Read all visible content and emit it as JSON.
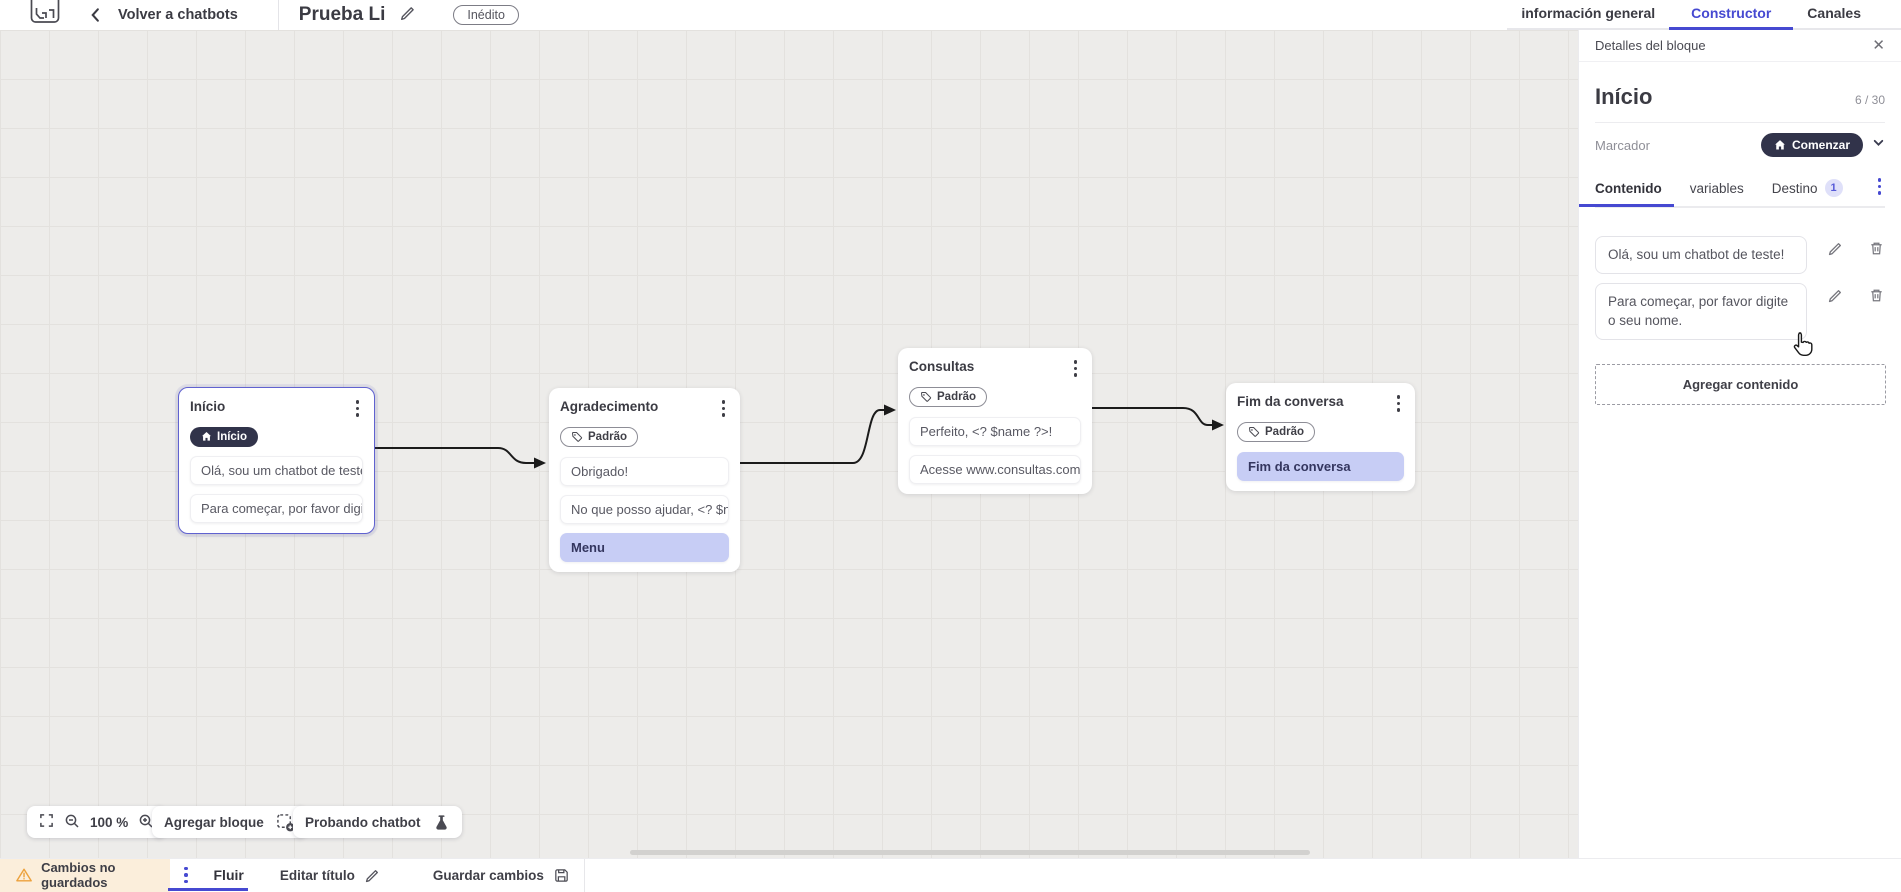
{
  "colors": {
    "accent": "#4649d1",
    "dark_pill": "#31334a",
    "row_highlight": "#c7cdf5",
    "warning_bg": "#fbeedb",
    "canvas_bg": "#edecea"
  },
  "icons": {
    "close": "✕"
  },
  "topbar": {
    "back_label": "Volver a chatbots",
    "title": "Prueba Li",
    "status_badge": "Inédito",
    "tabs": [
      {
        "label": "información general"
      },
      {
        "label": "Constructor"
      },
      {
        "label": "Canales"
      }
    ]
  },
  "canvas": {
    "zoom_level": "100 %",
    "add_block_label": "Agregar bloque",
    "test_chatbot_label": "Probando chatbot",
    "nodes": [
      {
        "title": "Início",
        "badge": "Início",
        "rows": [
          "Olá, sou um chatbot de teste!",
          "Para começar, por favor digite o ..."
        ]
      },
      {
        "title": "Agradecimento",
        "badge": "Padrão",
        "rows": [
          "Obrigado!",
          "No que posso ajudar, <? $name ...",
          "Menu"
        ]
      },
      {
        "title": "Consultas",
        "badge": "Padrão",
        "rows": [
          "Perfeito, <? $name ?>!",
          "Acesse www.consultas.com par..."
        ]
      },
      {
        "title": "Fim da conversa",
        "badge": "Padrão",
        "rows": [
          "Fim da conversa"
        ]
      }
    ]
  },
  "panel": {
    "header": "Detalles del bloque",
    "title": "Início",
    "counter": "6 / 30",
    "marker_label": "Marcador",
    "marker_button": "Comenzar",
    "tabs": {
      "content": "Contenido",
      "variables": "variables",
      "destination": "Destino"
    },
    "destination_badge": "1",
    "content_items": [
      "Olá, sou um chatbot de teste!",
      "Para começar, por favor digite o seu nome."
    ],
    "add_content_label": "Agregar contenido"
  },
  "bottombar": {
    "warning": "Cambios no guardados",
    "flow_tab": "Fluir",
    "edit_title_label": "Editar título",
    "save_label": "Guardar cambios"
  }
}
